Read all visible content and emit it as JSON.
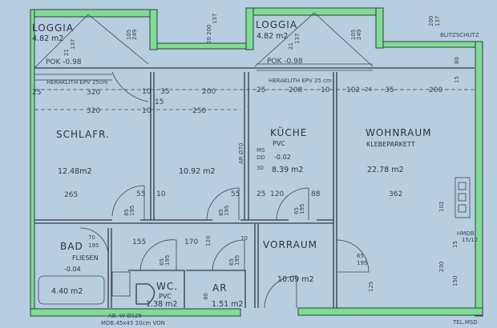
{
  "rooms": {
    "loggia_left": {
      "name": "LOGGIA",
      "area": "4.82 m2",
      "level": "POK -0.98",
      "note": "HERAKLITH EPV 25cm"
    },
    "loggia_right": {
      "name": "LOGGIA",
      "area": "4.82 m2",
      "level": "POK -0.98",
      "note": "HERAKLITH EPV 25 cm"
    },
    "schlafzimmer": {
      "name": "SCHLAFR.",
      "area": "12.48m2",
      "dim": "265"
    },
    "zimmer": {
      "area": "10.92 m2"
    },
    "kueche": {
      "name": "KÜCHE",
      "floor": "PVC",
      "level": "-0.02",
      "area": "8.39 m2",
      "ms": "MS",
      "dd": "DD",
      "n30": "30"
    },
    "wohnraum": {
      "name": "WOHNRAUM",
      "floor": "KLEBEPARKETT",
      "area": "22.78 m2"
    },
    "bad": {
      "name": "BAD",
      "floor": "FLIESEN",
      "level": "-0.04",
      "area": "4.40 m2"
    },
    "wc": {
      "name": "WC.",
      "floor": "PVC",
      "area": "1.38 m2"
    },
    "ar": {
      "name": "AR",
      "area": "1.51 m2"
    },
    "vorraum": {
      "name": "VORRAUM",
      "area": "10.09 m2"
    }
  },
  "annotations": {
    "ar_shaft": "AR Ø70",
    "blitzschutz": "BLITZSCHUTZ",
    "hmdb": "HMDB",
    "hmdb_num": "15/12",
    "telmsd": "TEL.MSD",
    "abzw": "AB. W Ø125",
    "mdb": "MDB.45x45 20cm VON"
  },
  "dimensions": {
    "d320a": "320",
    "d320b": "320",
    "d25a": "25",
    "d10a": "10",
    "d35a": "35",
    "d15a": "15",
    "d10b": "10",
    "d250": "250",
    "d200a": "200",
    "d200b": "200",
    "d20_200": "20 200",
    "d137a": "137",
    "d105a": "105",
    "d249a": "249",
    "d21a": "21",
    "d137b": "137",
    "d105b": "105",
    "d249b": "249",
    "d21b": "21",
    "d137c": "137",
    "d200_137": "200",
    "d137d": "137",
    "d80": "80",
    "d15b": "15",
    "d25b": "25",
    "d208": "208",
    "d10c": "10",
    "d102": "102",
    "d24": "24",
    "d35b": "35",
    "d55a": "55",
    "d10d": "10",
    "d55b": "55",
    "d85a": "85",
    "d195a": "195",
    "d85b": "85",
    "d195b": "195",
    "d25c": "25",
    "d120a": "120",
    "d88": "88",
    "d362": "362",
    "d65a": "65",
    "d195c": "195",
    "d102b": "102",
    "d15c": "15",
    "d230": "230",
    "d150": "150",
    "d125": "125",
    "d65b": "65",
    "d195d": "195",
    "d155": "155",
    "d170": "170",
    "d120b": "120",
    "d70a": "70",
    "d195e": "195",
    "d70b": "70",
    "d90": "90",
    "d65c": "65",
    "d195f": "195",
    "d65d": "65",
    "d195g": "195"
  },
  "colors": {
    "paper": "#b7cde0",
    "wall_fill": "#7fdc93",
    "line": "#2f3b45"
  }
}
